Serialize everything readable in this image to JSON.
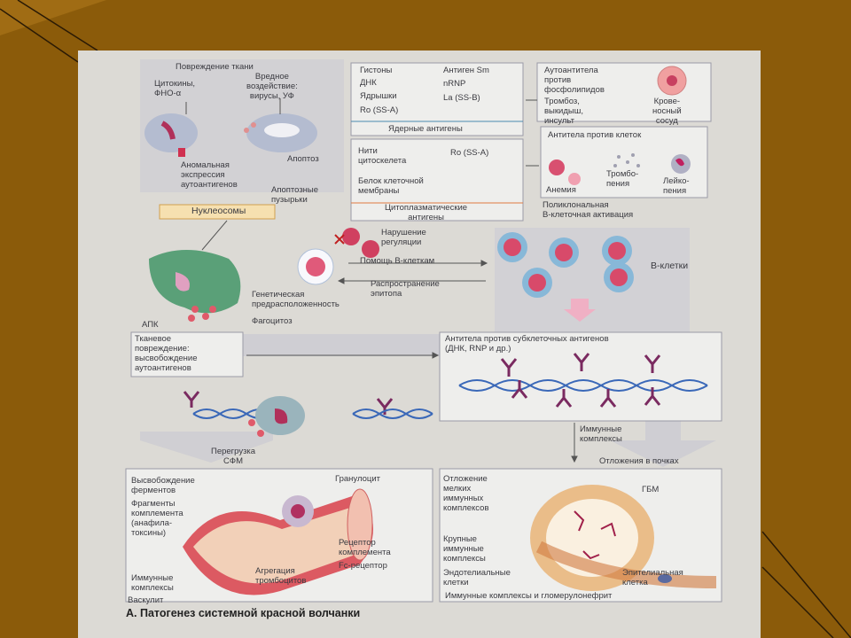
{
  "figure": {
    "title": "А. Патогенез системной красной волчанки",
    "labels": {
      "tissue_damage": "Повреждение ткани",
      "cytokines": "Цитокины,\nФНО-α",
      "harmful": "Вредное\nвоздействие:\nвирусы, УФ",
      "apoptosis": "Апоптоз",
      "abnormal_expression": "Аномальная\nэкспрессия\nаутоантигенов",
      "apoptotic_vesicles": "Апоптозные\nпузырьки",
      "nucleosomes": "Нуклеосомы",
      "histones": "Гистоны",
      "dna": "ДНК",
      "nucleoli": "Ядрышки",
      "ro_ssa": "Ro (SS-A)",
      "sm_antigen": "Антиген Sm",
      "nrnp": "nRNP",
      "la_ssb": "La (SS-B)",
      "nuclear_antigens": "Ядерные антигены",
      "cytoskeleton": "Нити\nцитоскелета",
      "ro_ssa_2": "Ro (SS-A)",
      "membrane_protein": "Белок клеточной\nмембраны",
      "cytoplasmic_antigens": "Цитоплазматические\nантигены",
      "antiphospholipid": "Аутоантитела\nпротив\nфосфолипидов",
      "thrombosis": "Тромбоз,\nвыкидыш,\nинсульт",
      "blood_vessel": "Крове-\nносный\nсосуд",
      "anti_cell_antibodies": "Антитела против клеток",
      "anemia": "Анемия",
      "thrombocytopenia": "Тромбо-\nпения",
      "leukopenia": "Лейко-\nпения",
      "polyclonal": "Поликлональная\nВ-клеточная активация",
      "dysregulation": "Нарушение\nрегуляции",
      "b_help": "Помощь В-клеткам",
      "epitope_spreading": "Распространение\nэпитопа",
      "b_cells": "В-клетки",
      "genetic": "Генетическая\nпредрасположенность",
      "apc": "АПК",
      "phagocytosis": "Фагоцитоз",
      "tissue_release": "Тканевое\nповреждение:\nвысвобождение\nаутоантигенов",
      "subcellular_antibodies": "Антитела против субклеточных антигенов\n(ДНК, RNP и др.)",
      "immune_complexes_top": "Иммунные\nкомплексы",
      "sfm_overload": "Перегрузка\nСФМ",
      "kidney_deposits": "Отложения в почках",
      "enzyme_release": "Высвобождение\nферментов",
      "complement_fragments": "Фрагменты\nкомплемента\n(анафила-\nтоксины)",
      "granulocyte": "Гранулоцит",
      "complement_receptor": "Рецептор\nкомплемента",
      "fc_receptor": "Fc-рецептор",
      "platelet_aggregation": "Агрегация\nтромбоцитов",
      "immune_complexes_left": "Иммунные\nкомплексы",
      "vasculitis": "Васкулит",
      "small_ic": "Отложение\nмелких\nиммунных\nкомплексов",
      "gbm": "ГБМ",
      "large_ic": "Крупные\nиммунные\nкомплексы",
      "endothelial": "Эндотелиальные\nклетки",
      "epithelial": "Эпителиальная\nклетка",
      "glomerulonephritis": "Иммунные комплексы и гломерулонефрит"
    }
  }
}
